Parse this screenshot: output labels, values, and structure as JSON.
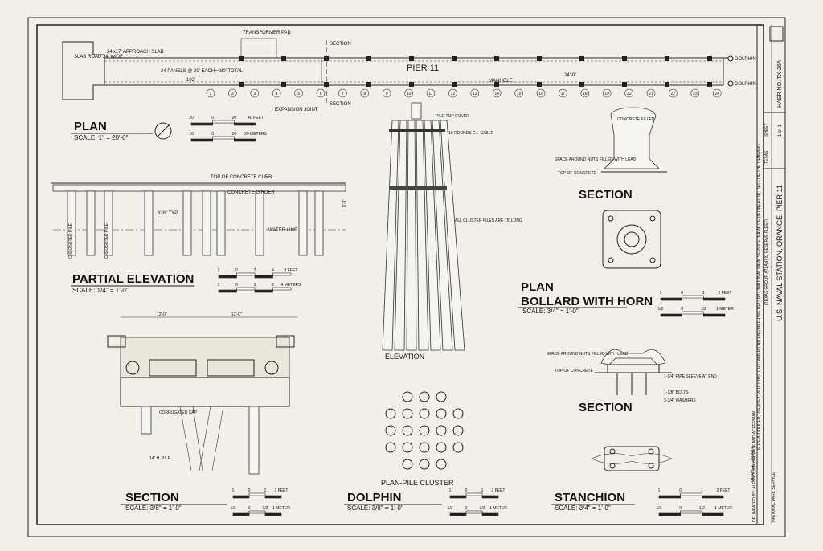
{
  "plan": {
    "title": "PLAN",
    "scale": "SCALE: 1\" = 20'-0\"",
    "pier_label": "PIER 11",
    "panels": "24 PANELS @ 20' EACH=480' TOTAL",
    "dim_102": "102'",
    "slab_road": "SLAB ROAD 24' WIDE",
    "approach": "24'x17' APPROACH SLAB",
    "transformer": "TRANSFORMER PAD",
    "section_top": "SECTION",
    "section_bottom": "SECTION",
    "expansion": "EXPANSION JOINT",
    "manhole": "MANHOLE",
    "dolphin1": "DOLPHIN",
    "dolphin2": "DOLPHIN",
    "width_dim": "24'-0\"",
    "bay_numbers": [
      "1",
      "2",
      "3",
      "4",
      "5",
      "6",
      "7",
      "8",
      "9",
      "10",
      "11",
      "12",
      "13",
      "14",
      "15",
      "16",
      "17",
      "18",
      "19",
      "20",
      "21",
      "22",
      "23",
      "24"
    ],
    "scale_feet": [
      "20",
      "0",
      "20",
      "40 FEET"
    ],
    "scale_meters": [
      "10",
      "0",
      "10",
      "20 METERS"
    ]
  },
  "elevation": {
    "title": "PARTIAL ELEVATION",
    "scale": "SCALE: 1/4\" = 1'-0\"",
    "curb": "TOP OF CONCRETE CURB",
    "girder": "CONCRETE GIRDER",
    "water": "WATER LINE",
    "creosoted1": "CREOSOTED PILE",
    "creosoted2": "CREOSOTED PILE",
    "typ": "6'-8\" TYP.",
    "height": "8'-9\"",
    "scale_feet": [
      "2",
      "0",
      "2",
      "4",
      "8 FEET"
    ],
    "scale_meters": [
      "1",
      "0",
      "1",
      "2",
      "4 METERS"
    ]
  },
  "section": {
    "title": "SECTION",
    "scale": "SCALE: 3/8\" = 1'-0\"",
    "dim_left": "12'-0\"",
    "dim_right": "12'-0\"",
    "corrugated": "CORRUGATED CAP",
    "hpile": "14\" H. PILE",
    "scale_feet": [
      "1",
      "0",
      "1",
      "2 FEET"
    ],
    "scale_meters": [
      "1/2",
      "0",
      "1/2",
      "1 METER"
    ]
  },
  "dolphin": {
    "title": "DOLPHIN",
    "scale": "SCALE: 3/8\" = 1'-0\"",
    "elevation_label": "ELEVATION",
    "plan_label": "PLAN-PILE CLUSTER",
    "cover": "PILE-TOP COVER",
    "cable": "10 ROUNDS G.I. CABLE",
    "all_piles": "ALL CLUSTER PILES ARE 75' LONG",
    "scale_feet": [
      "1",
      "0",
      "1",
      "2 FEET"
    ],
    "scale_meters": [
      "1/2",
      "0",
      "1/2",
      "1 METER"
    ]
  },
  "bollard": {
    "section_label": "SECTION",
    "plan_label": "PLAN",
    "title": "BOLLARD WITH HORN",
    "scale": "SCALE: 3/4\" = 1'-0\"",
    "concrete_filled": "CONCRETE FILLED",
    "space_nuts": "SPACE AROUND NUTS FILLED WITH LEAD",
    "top_concrete": "TOP OF CONCRETE",
    "scale_feet": [
      "1",
      "0",
      "1",
      "2 FEET"
    ],
    "scale_meters": [
      "1/2",
      "0",
      "1/2",
      "1 METER"
    ]
  },
  "stanchion": {
    "section_label": "SECTION",
    "title": "STANCHION",
    "scale": "SCALE: 3/4\" = 1'-0\"",
    "space_nuts": "SPACE AROUND NUTS FILLED WITH LEAD",
    "top_concrete": "TOP OF CONCRETE",
    "pipe": "1-1/4\" PIPE SLEEVE AT END",
    "bolts": "1-1/8\" BOLTS",
    "washers": "3-3/4\" WASHERS",
    "scale_feet": [
      "1",
      "0",
      "1",
      "2 FEET"
    ],
    "scale_meters": [
      "1/2",
      "0",
      "1/2",
      "1 METER"
    ]
  },
  "title_block": {
    "main_title": "U.S. NAVAL STATION, ORANGE, PIER 11",
    "subtitle": "(TEXAS GROUP, ATLANTIC RESERVE FLEET)",
    "county": "ORANGE COUNTY",
    "state": "TEXAS",
    "haer_no": "HAER NO. TX-26A",
    "sheet_label": "SHEET",
    "sheet_of": "1 of 1",
    "delineated": "DELINEATED BY: ALFORD, KIRKPATRICK AND ACKERMAN",
    "national_park": "NATIONAL PARK SERVICE",
    "reproduced": "IF REPRODUCED, PLEASE CREDIT: HISTORIC AMERICAN ENGINEERING RECORD, NATIONAL PARK SERVICE, NAME OF DELINEATOR, DATE OF THE DRAWING"
  }
}
